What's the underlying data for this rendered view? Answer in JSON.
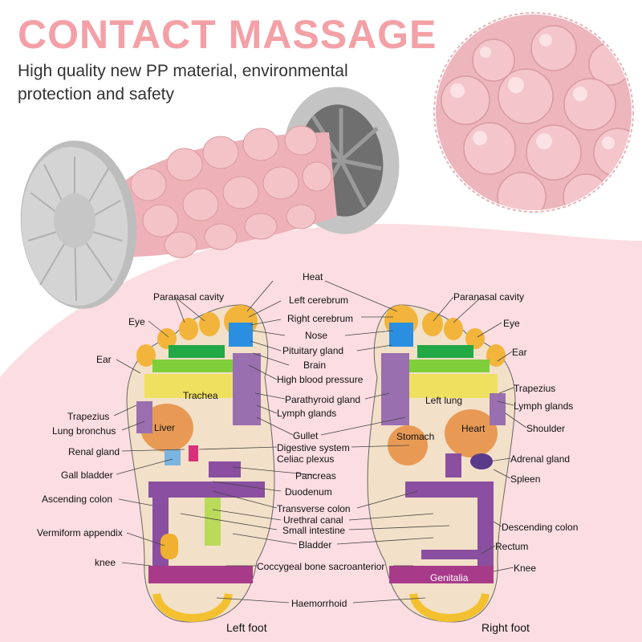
{
  "title": "CONTACT MASSAGE",
  "subtitle": "High quality new PP material, environmental protection and safety",
  "left_foot": {
    "caption": "Left foot",
    "labels": {
      "paranasal_cavity": "Paranasal cavity",
      "eye": "Eye",
      "ear": "Ear",
      "trapezius": "Trapezius",
      "lung_bronchus": "Lung bronchus",
      "renal_gland": "Renal gland",
      "gall_bladder": "Gall bladder",
      "ascending_colon": "Ascending colon",
      "vermiform_appendix": "Vermiform appendix",
      "knee": "knee",
      "trachea": "Trachea",
      "liver": "Liver"
    }
  },
  "right_foot": {
    "caption": "Right foot",
    "labels": {
      "paranasal_cavity": "Paranasal cavity",
      "eye": "Eye",
      "ear": "Ear",
      "trapezius": "Trapezius",
      "lymph_glands": "Lymph glands",
      "shoulder": "Shoulder",
      "adrenal_gland": "Adrenal gland",
      "spleen": "Spleen",
      "descending_colon": "Descending colon",
      "rectum": "Rectum",
      "knee": "Knee",
      "left_lung": "Left lung",
      "heart": "Heart",
      "stomach": "Stomach",
      "genitalia": "Genitalia"
    }
  },
  "center_labels": {
    "heat": "Heat",
    "left_cerebrum": "Left cerebrum",
    "right_cerebrum": "Right cerebrum",
    "nose": "Nose",
    "pituitary_gland": "Pituitary gland",
    "brain": "Brain",
    "high_blood_pressure": "High blood pressure",
    "parathyroid_gland": "Parathyroid gland",
    "lymph_glands": "Lymph glands",
    "gullet": "Gullet",
    "digestive_system": "Digestive system",
    "celiac_plexus": "Celiac plexus",
    "pancreas": "Pancreas",
    "duodenum": "Duodenum",
    "transverse_colon": "Transverse colon",
    "urethral_canal": "Urethral canal",
    "small_intestine": "Small intestine",
    "bladder": "Bladder",
    "coccygeal": "Coccygeal bone sacroanterior",
    "haemorrhoid": "Haemorrhoid"
  },
  "colors": {
    "title_pink": "#f3a0a6",
    "background_pink": "#fbdde2",
    "roller_pink": "#f1b6bd",
    "roller_gray": "#c9c9c9"
  }
}
